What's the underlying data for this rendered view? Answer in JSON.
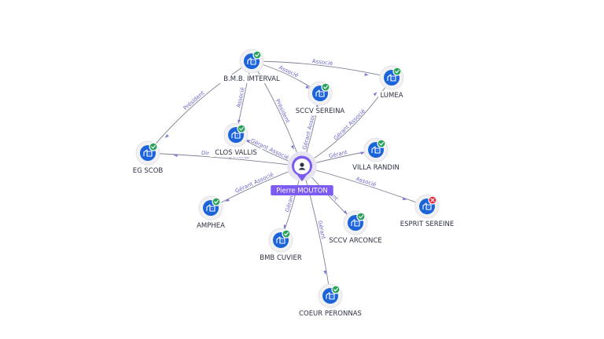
{
  "center": {
    "id": "pm",
    "label": "Pierre MOUTON",
    "icon": "person-icon"
  },
  "nodes": [
    {
      "id": "bmb",
      "label": "B.M.B. IMTERVAL",
      "status": "active"
    },
    {
      "id": "sereina",
      "label": "SCCV SEREINA",
      "status": "active"
    },
    {
      "id": "lumea",
      "label": "LUMEA",
      "status": "active"
    },
    {
      "id": "clos",
      "label": "CLOS VALLIS",
      "status": "active"
    },
    {
      "id": "egscob",
      "label": "EG SCOB",
      "status": "active"
    },
    {
      "id": "randin",
      "label": "VILLA RANDIN",
      "status": "active"
    },
    {
      "id": "esprit",
      "label": "ESPRIT SEREINE",
      "status": "closed"
    },
    {
      "id": "amphea",
      "label": "AMPHEA",
      "status": "active"
    },
    {
      "id": "arconce",
      "label": "SCCV ARCONCE",
      "status": "active"
    },
    {
      "id": "cuvier",
      "label": "BMB CUVIER",
      "status": "active"
    },
    {
      "id": "coeur",
      "label": "COEUR PERONNAS",
      "status": "active"
    }
  ],
  "edges": [
    {
      "from": "bmb",
      "to": "lumea",
      "label": "Associé"
    },
    {
      "from": "bmb",
      "to": "sereina",
      "label": "Associé"
    },
    {
      "from": "bmb",
      "to": "egscob",
      "label": "Président"
    },
    {
      "from": "bmb",
      "to": "clos",
      "label": "Associé"
    },
    {
      "from": "bmb",
      "to": "pm",
      "label": "Président"
    },
    {
      "from": "pm",
      "to": "sereina",
      "label": "Gérant Associé"
    },
    {
      "from": "pm",
      "to": "lumea",
      "label": "Gérant Associé"
    },
    {
      "from": "pm",
      "to": "clos",
      "label": "Gérant Associé"
    },
    {
      "from": "pm",
      "to": "egscob",
      "label": "Directeur général"
    },
    {
      "from": "pm",
      "to": "randin",
      "label": "Gérant"
    },
    {
      "from": "pm",
      "to": "esprit",
      "label": "Associé"
    },
    {
      "from": "pm",
      "to": "amphea",
      "label": "Gérant Associé"
    },
    {
      "from": "pm",
      "to": "arconce",
      "label": "Gérant"
    },
    {
      "from": "pm",
      "to": "cuvier",
      "label": "Gérant"
    },
    {
      "from": "pm",
      "to": "coeur",
      "label": "Gérant"
    }
  ]
}
